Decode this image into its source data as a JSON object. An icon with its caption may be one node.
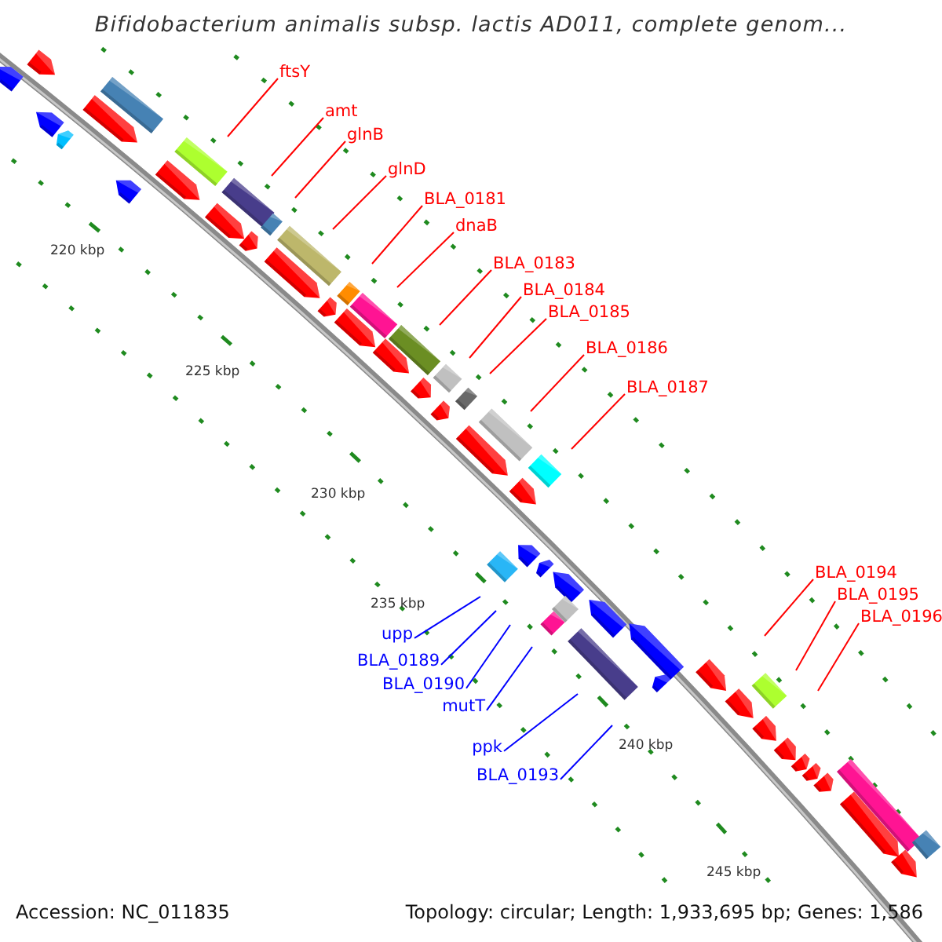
{
  "diagram": {
    "title": "Bifidobacterium animalis subsp. lactis AD011, complete genom...",
    "nodes": [
      {
        "text": [
          "ftsY"
        ]
      },
      {
        "text": [
          "amt"
        ]
      },
      {
        "text": [
          "glnB"
        ]
      },
      {
        "text": [
          "glnD"
        ]
      },
      {
        "text": [
          "BLA_0181"
        ]
      },
      {
        "text": [
          "dnaB"
        ]
      },
      {
        "text": [
          "BLA_0183"
        ]
      },
      {
        "text": [
          "BLA_0184"
        ]
      },
      {
        "text": [
          "BLA_0185"
        ]
      },
      {
        "text": [
          "BLA_0186"
        ]
      },
      {
        "text": [
          "BLA_0187"
        ]
      },
      {
        "text": [
          "upp"
        ]
      },
      {
        "text": [
          "BLA_0189"
        ]
      },
      {
        "text": [
          "BLA_0190"
        ]
      },
      {
        "text": [
          "mutT"
        ]
      },
      {
        "text": [
          "ppk"
        ]
      },
      {
        "text": [
          "BLA_0193"
        ]
      },
      {
        "text": [
          "BLA_0194"
        ]
      },
      {
        "text": [
          "BLA_0195"
        ]
      },
      {
        "text": [
          "BLA_0196"
        ]
      }
    ],
    "edges": [
      {
        "from": 0,
        "to": null,
        "arrow": "none"
      },
      {
        "from": 1,
        "to": null,
        "arrow": "none"
      },
      {
        "from": 2,
        "to": null,
        "arrow": "none"
      },
      {
        "from": 3,
        "to": null,
        "arrow": "none"
      },
      {
        "from": 4,
        "to": null,
        "arrow": "none"
      },
      {
        "from": 5,
        "to": null,
        "arrow": "none"
      },
      {
        "from": 6,
        "to": null,
        "arrow": "none"
      },
      {
        "from": 7,
        "to": null,
        "arrow": "none"
      },
      {
        "from": 8,
        "to": null,
        "arrow": "none"
      },
      {
        "from": 9,
        "to": null,
        "arrow": "none"
      },
      {
        "from": 10,
        "to": null,
        "arrow": "none"
      },
      {
        "from": 11,
        "to": null,
        "arrow": "none",
        "color": "#0000ff"
      },
      {
        "from": 12,
        "to": null,
        "arrow": "none",
        "color": "#0000ff"
      },
      {
        "from": 13,
        "to": null,
        "arrow": "none",
        "color": "#0000ff"
      },
      {
        "from": 14,
        "to": null,
        "arrow": "none",
        "color": "#0000ff"
      },
      {
        "from": 15,
        "to": null,
        "arrow": "none",
        "color": "#0000ff"
      },
      {
        "from": 16,
        "to": null,
        "arrow": "none",
        "color": "#0000ff"
      },
      {
        "from": 17,
        "to": null,
        "arrow": "none"
      },
      {
        "from": 18,
        "to": null,
        "arrow": "none"
      },
      {
        "from": 19,
        "to": null,
        "arrow": "none"
      }
    ],
    "labels": [
      "220 kbp",
      "225 kbp",
      "230 kbp",
      "235 kbp",
      "240 kbp",
      "245 kbp",
      "Accession: NC_011835",
      "Topology: circular; Length: 1,933,695 bp; Genes: 1,586"
    ]
  }
}
